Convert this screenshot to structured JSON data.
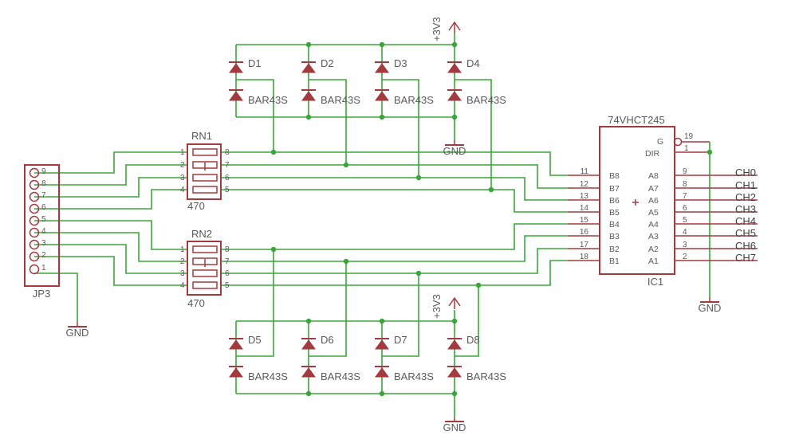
{
  "supply_label": "+3V3",
  "ground_label": "GND",
  "connector": {
    "name": "JP3",
    "pins": [
      "9",
      "8",
      "7",
      "6",
      "5",
      "4",
      "3",
      "2",
      "1"
    ]
  },
  "resistor_networks": [
    {
      "name": "RN1",
      "value": "470",
      "pins_left": [
        "1",
        "2",
        "3",
        "4"
      ],
      "pins_right": [
        "8",
        "7",
        "6",
        "5"
      ]
    },
    {
      "name": "RN2",
      "value": "470",
      "pins_left": [
        "1",
        "2",
        "3",
        "4"
      ],
      "pins_right": [
        "8",
        "7",
        "6",
        "5"
      ]
    }
  ],
  "diodes_top": [
    {
      "name": "D1",
      "part": "BAR43S"
    },
    {
      "name": "D2",
      "part": "BAR43S"
    },
    {
      "name": "D3",
      "part": "BAR43S"
    },
    {
      "name": "D4",
      "part": "BAR43S"
    }
  ],
  "diodes_bottom": [
    {
      "name": "D5",
      "part": "BAR43S"
    },
    {
      "name": "D6",
      "part": "BAR43S"
    },
    {
      "name": "D7",
      "part": "BAR43S"
    },
    {
      "name": "D8",
      "part": "BAR43S"
    }
  ],
  "ic": {
    "value": "74VHCT245",
    "name": "IC1",
    "left_pin_numbers": [
      "11",
      "12",
      "13",
      "14",
      "15",
      "16",
      "17",
      "18"
    ],
    "left_pin_names": [
      "B8",
      "B7",
      "B6",
      "B5",
      "B4",
      "B3",
      "B2",
      "B1"
    ],
    "right_pin_names": [
      "A8",
      "A7",
      "A6",
      "A5",
      "A4",
      "A3",
      "A2",
      "A1"
    ],
    "right_pin_numbers": [
      "9",
      "8",
      "7",
      "6",
      "5",
      "4",
      "3",
      "2"
    ],
    "ctrl_pin_names": [
      "G",
      "DIR"
    ],
    "ctrl_pin_numbers": [
      "19",
      "1"
    ]
  },
  "channels": [
    "CH0",
    "CH1",
    "CH2",
    "CH3",
    "CH4",
    "CH5",
    "CH6",
    "CH7"
  ]
}
